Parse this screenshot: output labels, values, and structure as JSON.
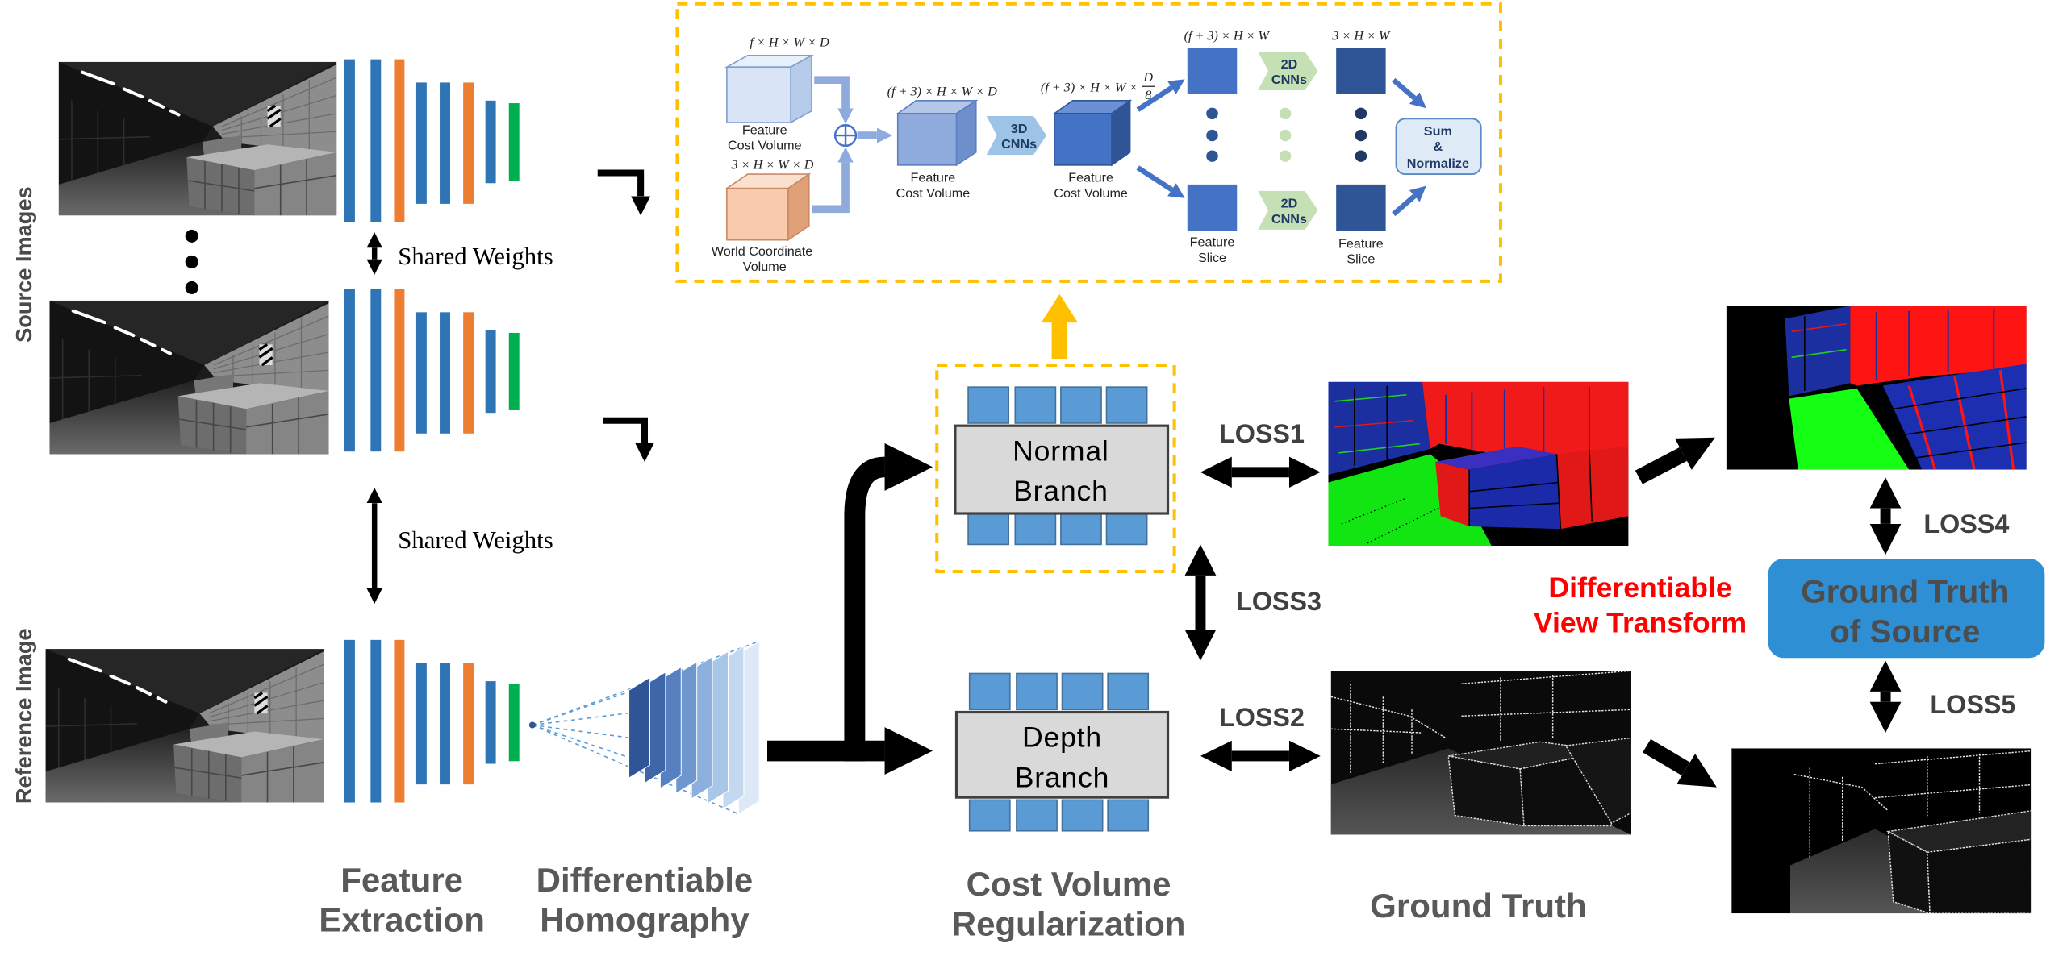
{
  "left": {
    "source_images_label": "Source Images",
    "reference_image_label": "Reference Image",
    "shared_weights_top": "Shared Weights",
    "shared_weights_bottom": "Shared Weights"
  },
  "detail": {
    "feature_volume_dim": "f × H × W × D",
    "feature_volume_label": [
      "Feature",
      "Cost Volume"
    ],
    "world_volume_dim": "3 × H × W × D",
    "world_volume_label": [
      "World Coordinate",
      "Volume"
    ],
    "concat_volume_dim": "(f + 3) × H × W × D",
    "concat_volume_label": [
      "Feature",
      "Cost Volume"
    ],
    "cnn3d_label": [
      "3D",
      "CNNs"
    ],
    "reduced_volume_dim": "(f + 3) × H × W ×",
    "reduced_volume_fraction": [
      "D",
      "8"
    ],
    "reduced_volume_label": [
      "Feature",
      "Cost Volume"
    ],
    "slice_dim": "(f + 3) × H × W",
    "slice_label": [
      "Feature",
      "Slice"
    ],
    "cnn2d_label": [
      "2D",
      "CNNs"
    ],
    "out_slice_dim": "3 × H × W",
    "out_slice_label": [
      "Feature",
      "Slice"
    ],
    "sum_normalize": [
      "Sum",
      "&",
      "Normalize"
    ]
  },
  "branches": {
    "normal": [
      "Normal",
      "Branch"
    ],
    "depth": [
      "Depth",
      "Branch"
    ]
  },
  "losses": {
    "loss1": "LOSS1",
    "loss2": "LOSS2",
    "loss3": "LOSS3",
    "loss4": "LOSS4",
    "loss5": "LOSS5"
  },
  "view_transform": [
    "Differentiable",
    "View Transform"
  ],
  "gt_source": [
    "Ground Truth",
    "of Source"
  ],
  "stages": {
    "feature_extraction": [
      "Feature",
      "Extraction"
    ],
    "homography": [
      "Differentiable",
      "Homography"
    ],
    "regularization": [
      "Cost Volume",
      "Regularization"
    ],
    "ground_truth": "Ground Truth"
  },
  "colors": {
    "encoder_blue": "#2e75b6",
    "encoder_orange": "#ed7d31",
    "encoder_green": "#00b050",
    "dashed_box": "#ffc000",
    "branch_cells": "#5b9bd5",
    "branch_box": "#d9d9d9",
    "view_transform_text": "#ff0000",
    "gt_source_box": "#2e8fd4"
  }
}
